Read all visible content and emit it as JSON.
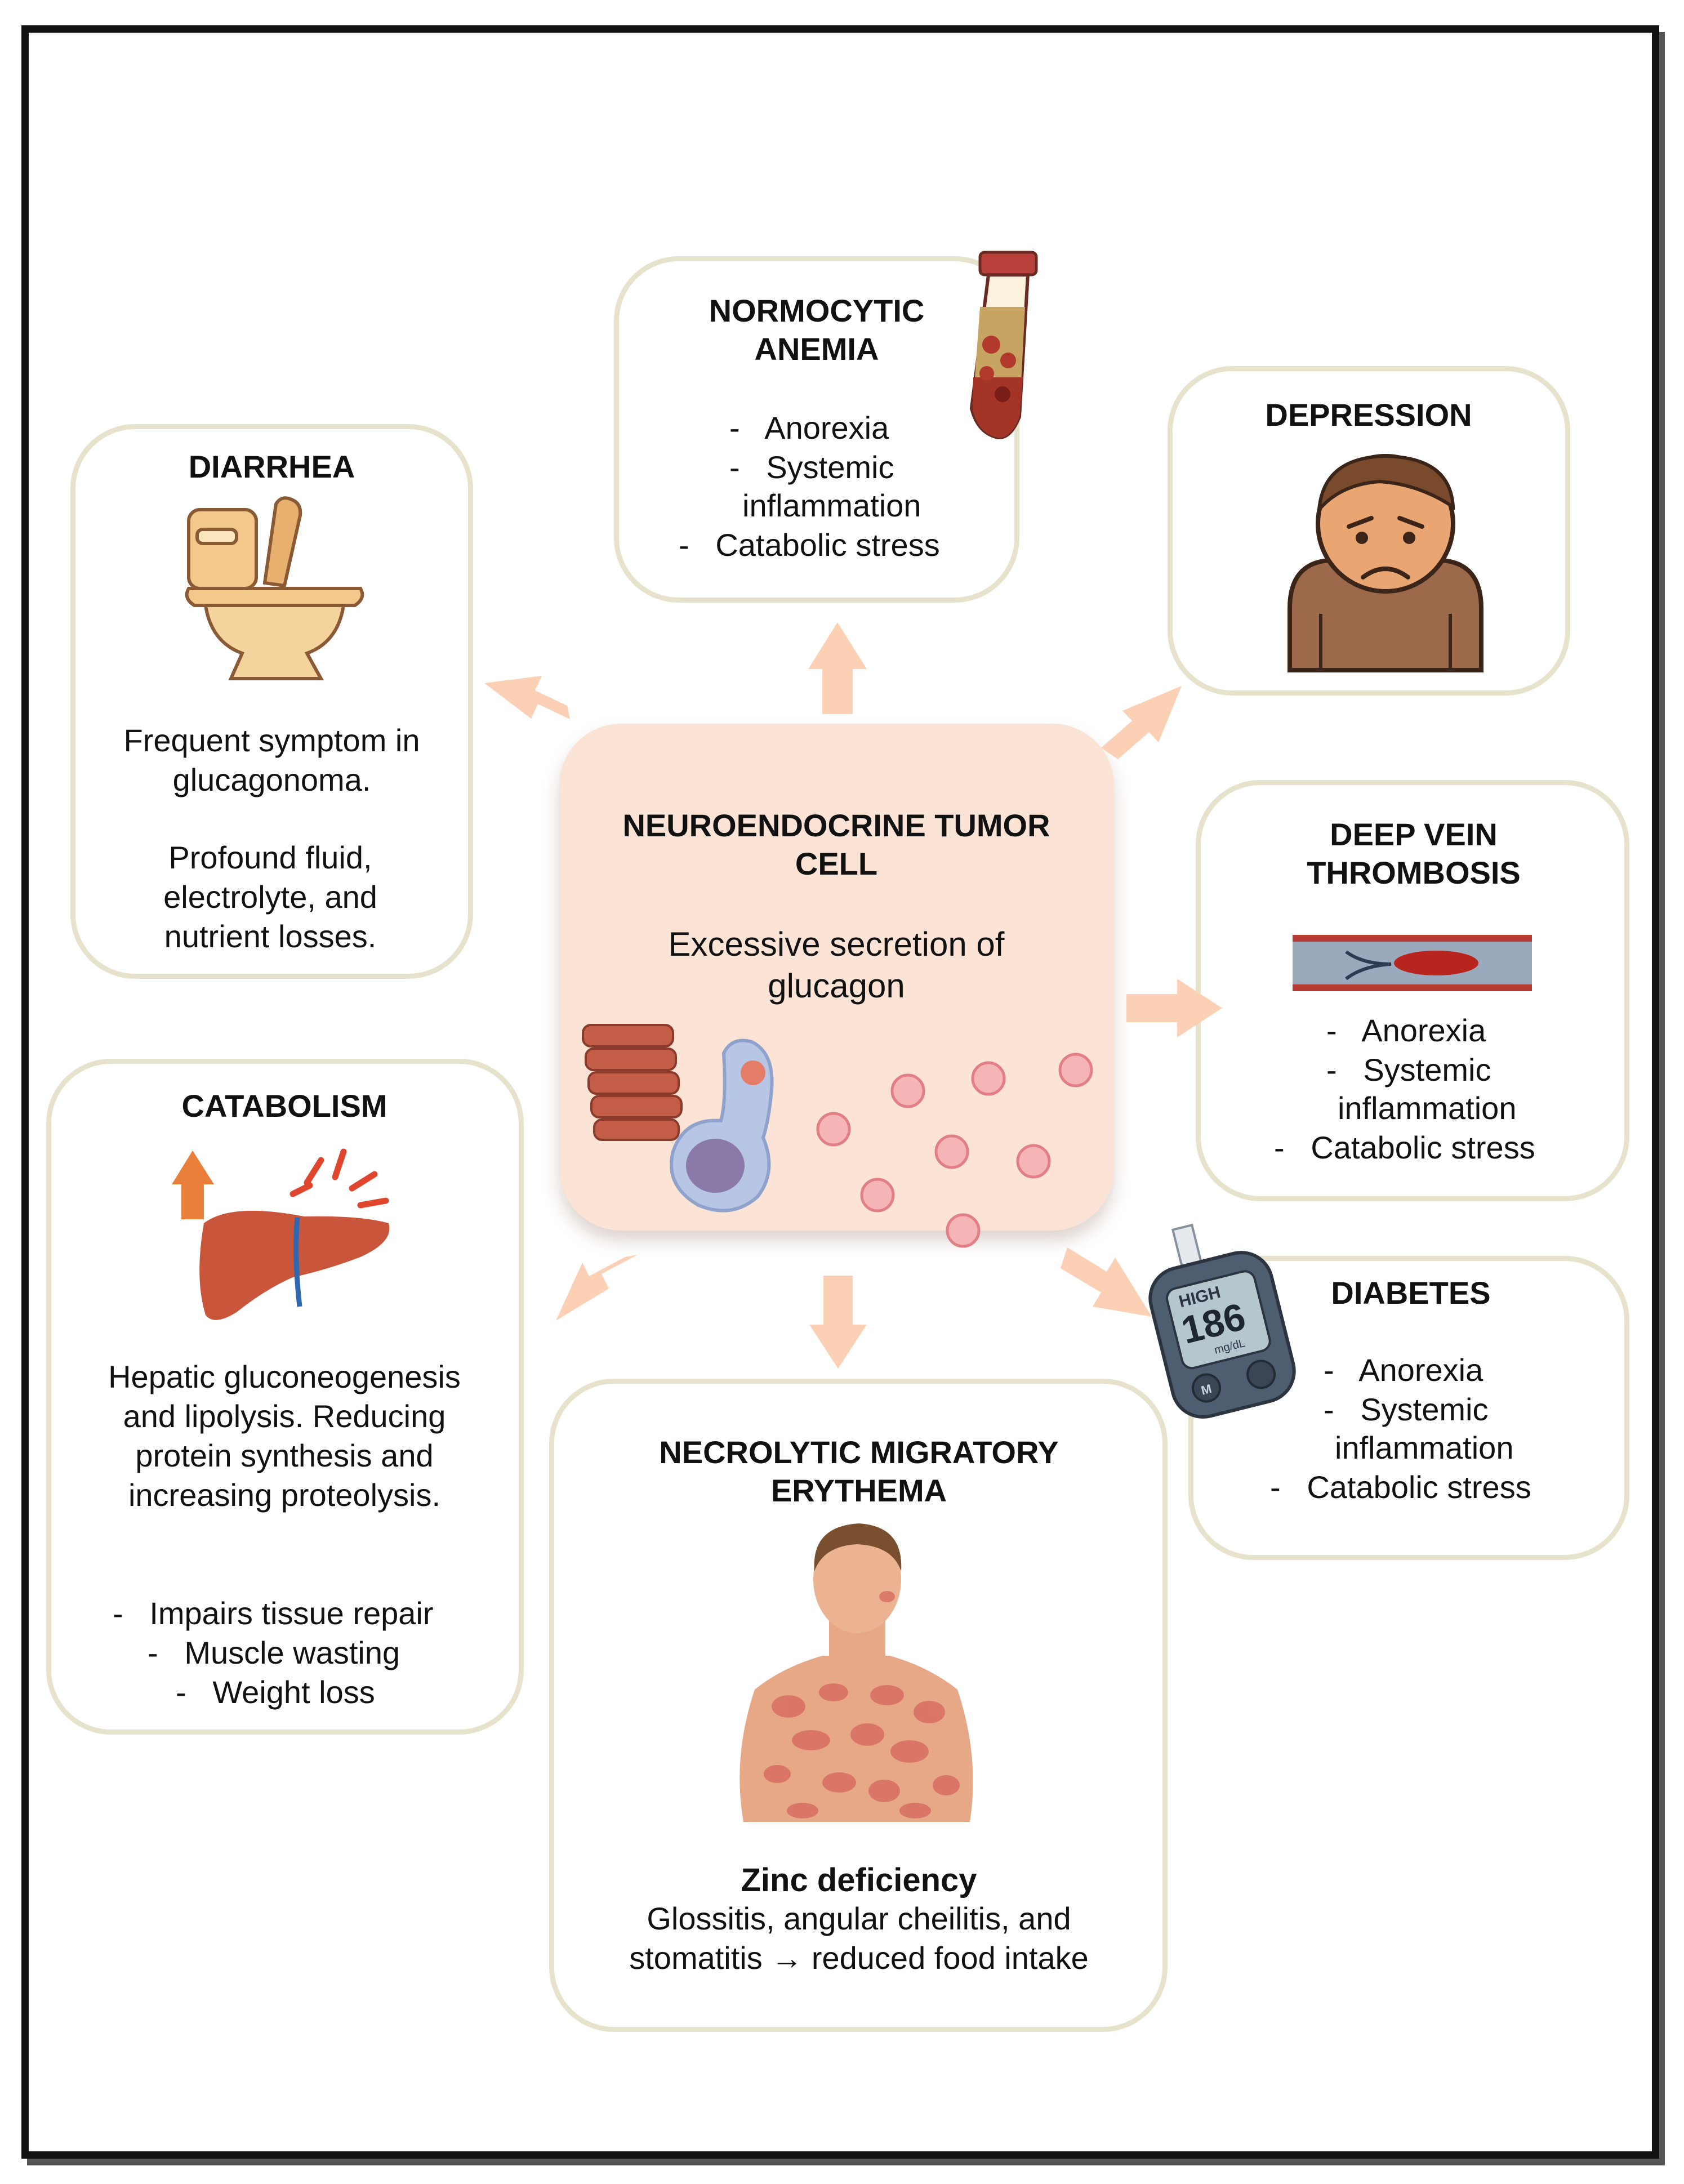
{
  "colors": {
    "box_border": "#e7e2cc",
    "center_fill": "#fbe3d6",
    "arrow": "#fbd0b4",
    "frame": "#111111"
  },
  "center": {
    "title": "NEUROENDOCRINE TUMOR CELL",
    "text": "Excessive secretion of glucagon"
  },
  "normocytic_anemia": {
    "title": "NORMOCYTIC ANEMIA",
    "items": [
      "-   Anorexia",
      "-   Systemic",
      "inflammation",
      "-   Catabolic stress"
    ]
  },
  "depression": {
    "title": "DEPRESSION"
  },
  "diarrhea": {
    "title": "DIARRHEA",
    "text1": "Frequent symptom in glucagonoma.",
    "text2": "Profound fluid, electrolyte, and nutrient losses."
  },
  "dvt": {
    "title": "DEEP VEIN THROMBOSIS",
    "items": [
      "-   Anorexia",
      "-   Systemic",
      "inflammation",
      "-   Catabolic stress"
    ]
  },
  "catabolism": {
    "title": "CATABOLISM",
    "text": "Hepatic gluconeogenesis and lipolysis. Reducing protein synthesis and increasing proteolysis.",
    "items": [
      "-   Impairs tissue repair",
      "-   Muscle wasting",
      "-   Weight loss"
    ]
  },
  "diabetes": {
    "title": "DIABETES",
    "items": [
      "-   Anorexia",
      "-   Systemic",
      "inflammation",
      "-   Catabolic stress"
    ],
    "meter": {
      "top": "HIGH",
      "value": "186",
      "unit": "mg/dL",
      "btn_left": "M"
    }
  },
  "nme": {
    "title": "NECROLYTIC MIGRATORY ERYTHEMA",
    "subtitle": "Zinc deficiency",
    "text": "Glossitis, angular cheilitis, and stomatitis → reduced food intake"
  }
}
